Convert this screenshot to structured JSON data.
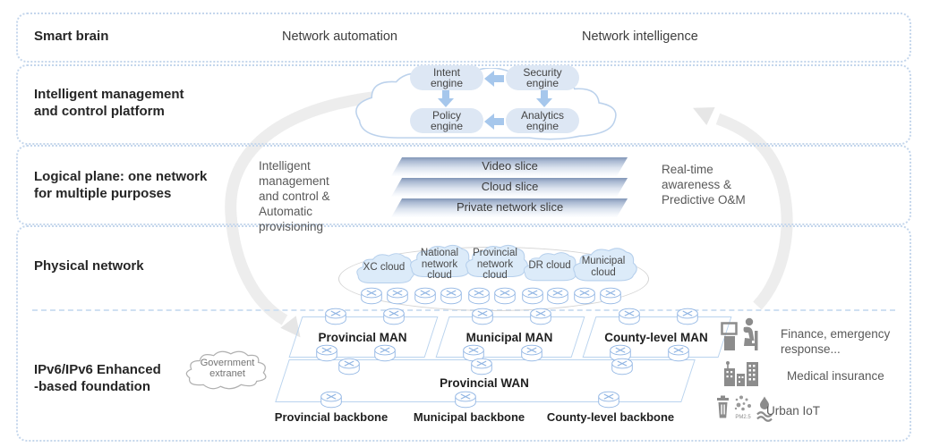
{
  "colors": {
    "dotted_border": "#c4d6ec",
    "pill_fill": "#dde7f4",
    "arrow_blue": "#a6c7ec",
    "router_stroke": "#8fb4e3",
    "cloud_fill": "#dcebf9",
    "cloud_stroke": "#b5cfec",
    "slice_dark": "#8196b7",
    "slice_light": "#f4f7fb",
    "gray_note": "#595959",
    "dark_text": "#262626",
    "cycle_gray": "#ededed",
    "icon_gray": "#8c8c8c"
  },
  "layers": {
    "smart_brain": {
      "title": "Smart brain",
      "left_item": "Network automation",
      "right_item": "Network intelligence"
    },
    "platform": {
      "title": "Intelligent management\nand control platform",
      "engines": {
        "intent": "Intent\nengine",
        "security": "Security\nengine",
        "policy": "Policy\nengine",
        "analytics": "Analytics\nengine"
      }
    },
    "logical": {
      "title": "Logical plane: one network\nfor multiple purposes",
      "left_note": "Intelligent\nmanagement\nand control &\nAutomatic\nprovisioning",
      "right_note": "Real-time\nawareness &\nPredictive O&M",
      "slices": [
        "Video slice",
        "Cloud slice",
        "Private network slice"
      ]
    },
    "physical": {
      "title": "Physical network",
      "clouds": [
        "XC cloud",
        "National\nnetwork\ncloud",
        "Provincial\nnetwork\ncloud",
        "DR cloud",
        "Municipal\ncloud"
      ]
    },
    "foundation": {
      "title": "IPv6/IPv6 Enhanced\n-based foundation",
      "gov_cloud": "Government\nextranet",
      "mans": [
        "Provincial MAN",
        "Municipal MAN",
        "County-level MAN"
      ],
      "wan": "Provincial WAN",
      "backbones": [
        "Provincial backbone",
        "Municipal backbone",
        "County-level backbone"
      ],
      "services": [
        {
          "label": "Finance, emergency\nresponse..."
        },
        {
          "label": "Medical insurance"
        },
        {
          "label": "Urban IoT",
          "pm_label": "PM2.5"
        }
      ]
    }
  }
}
